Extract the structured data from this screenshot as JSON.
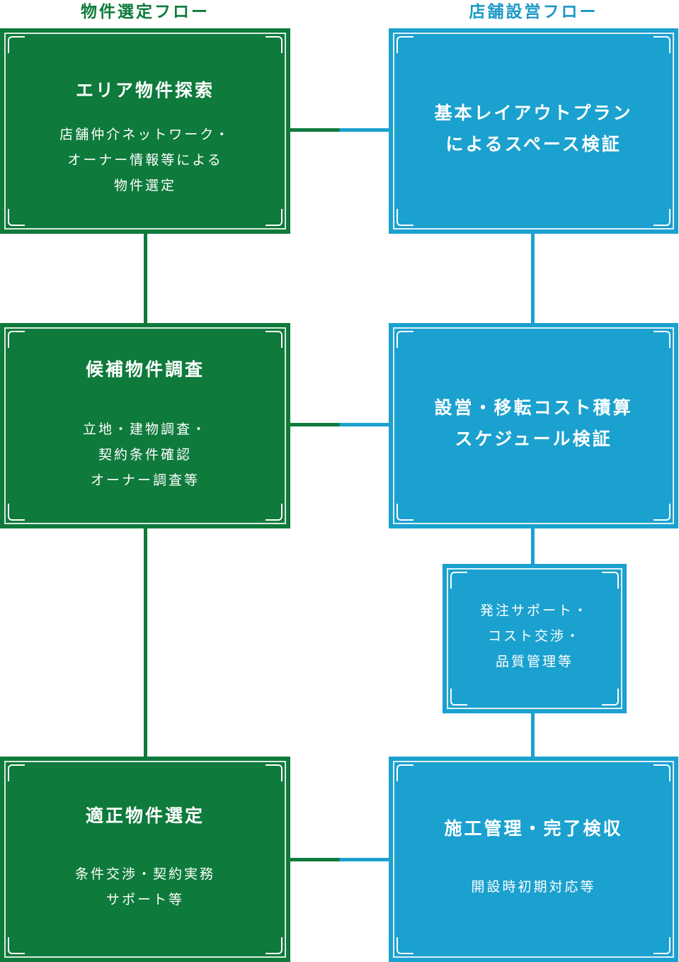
{
  "headers": {
    "left": "物件選定フロー",
    "right": "店舗設営フロー"
  },
  "left_flow": [
    {
      "title": "エリア物件探索",
      "body": [
        "店舗仲介ネットワーク・",
        "オーナー情報等による",
        "物件選定"
      ]
    },
    {
      "title": "候補物件調査",
      "body": [
        "立地・建物調査・",
        "契約条件確認",
        "オーナー調査等"
      ]
    },
    {
      "title": "適正物件選定",
      "body": [
        "条件交渉・契約実務",
        "サポート等"
      ]
    }
  ],
  "right_flow": [
    {
      "title": [
        "基本レイアウトプラン",
        "によるスペース検証"
      ]
    },
    {
      "title": [
        "設営・移転コスト積算",
        "スケジュール検証"
      ]
    },
    {
      "body": [
        "発注サポート・",
        "コスト交渉・",
        "品質管理等"
      ]
    },
    {
      "title": [
        "施工管理・完了検収"
      ],
      "body": [
        "開設時初期対応等"
      ]
    }
  ],
  "colors": {
    "green": "#0e7a3b",
    "blue": "#1ba1cf"
  }
}
